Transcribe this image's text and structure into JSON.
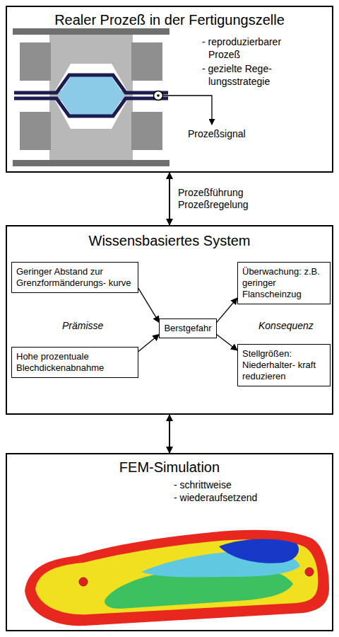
{
  "diagram": {
    "nodes": [
      {
        "text": [
          "Realer Prozeß in der Fertigungszelle",
          "- reproduzierbarer Prozeß",
          "- gezielte Rege- lungsstrategie"
        ]
      },
      {
        "text": [
          "Wissensbasiertes System"
        ]
      },
      {
        "text": [
          "Geringer Abstand zur Grenzformänderungs- kurve"
        ],
        "in": 1
      },
      {
        "text": [
          "Überwachung: z.B. geringer Flanscheinzug"
        ],
        "in": 1
      },
      {
        "text": [
          "Berstgefahr"
        ],
        "in": 1
      },
      {
        "text": [
          "Hohe prozentuale Blechdickenabnahme"
        ],
        "in": 1
      },
      {
        "text": [
          "Stellgrößen: Niederhalter- kraft reduzieren"
        ],
        "in": 1
      },
      {
        "text": [
          "FEM-Simulation",
          "- schrittweise",
          "- wiederaufsetzend"
        ]
      }
    ],
    "edges": [
      {
        "from": 0,
        "to": 1,
        "arrow": "both",
        "label": "Prozeßführung Prozeßregelung"
      },
      {
        "from": 1,
        "to": 7,
        "arrow": "both"
      },
      {
        "from": 2,
        "to": 4,
        "arrow": "to"
      },
      {
        "from": 5,
        "to": 4,
        "arrow": "to"
      },
      {
        "from": 4,
        "to": 3,
        "arrow": "to"
      },
      {
        "from": 4,
        "to": 6,
        "arrow": "to"
      }
    ],
    "labels": [
      "Prämisse",
      "Konsequenz",
      "Prozeßsignal"
    ]
  }
}
